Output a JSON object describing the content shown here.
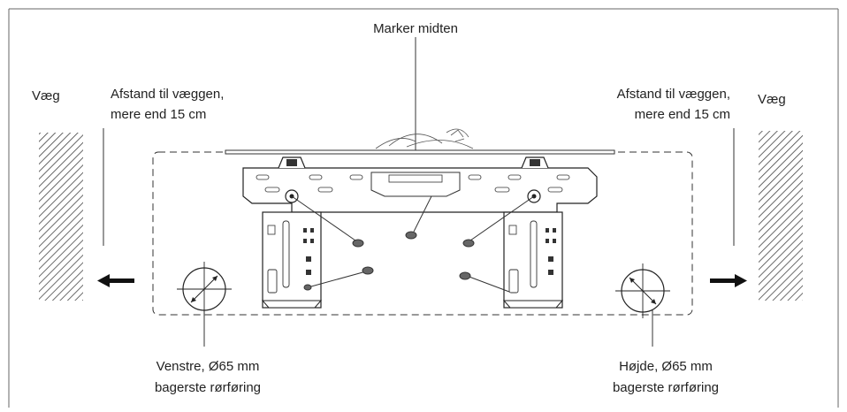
{
  "labels": {
    "top_center": "Marker midten",
    "wall_left": "Væg",
    "wall_right": "Væg",
    "distance_left_1": "Afstand til væggen,",
    "distance_left_2": "mere end 15 cm",
    "distance_right_1": "Afstand til væggen,",
    "distance_right_2": "mere end 15 cm",
    "hole_left_1": "Venstre, Ø65 mm",
    "hole_left_2": "bagerste rørføring",
    "hole_right_1": "Højde, Ø65 mm",
    "hole_right_2": "bagerste rørføring"
  },
  "colors": {
    "line": "#3a3a3a",
    "text": "#222222",
    "frame": "#555555"
  }
}
